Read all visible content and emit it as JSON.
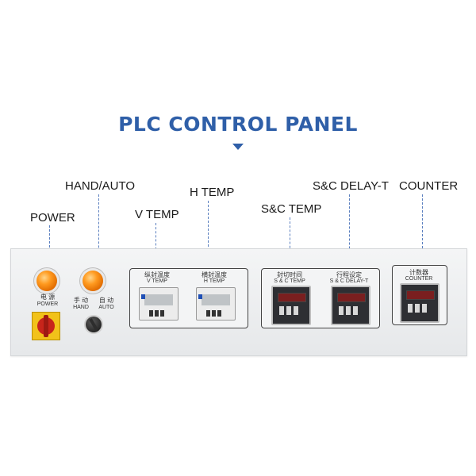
{
  "header": {
    "title": "PLC CONTROL PANEL"
  },
  "callouts": {
    "power": "POWER",
    "hand_auto": "HAND/AUTO",
    "v_temp": "V TEMP",
    "h_temp": "H TEMP",
    "sc_temp": "S&C TEMP",
    "sc_delay": "S&C DELAY-T",
    "counter": "COUNTER"
  },
  "panel": {
    "power_lamp": {
      "cn": "电 源",
      "en": "POWER"
    },
    "hand_label": {
      "cn": "手 动",
      "en": "HAND"
    },
    "auto_label": {
      "cn": "自 动",
      "en": "AUTO"
    },
    "v_temp_meter": {
      "cn": "纵封温度",
      "en": "V TEMP"
    },
    "h_temp_meter": {
      "cn": "横封温度",
      "en": "H TEMP"
    },
    "sc_temp_meter": {
      "cn": "封切时间",
      "en": "S & C TEMP"
    },
    "sc_delay_meter": {
      "cn": "行程设定",
      "en": "S & C DELAY-T"
    },
    "counter_meter": {
      "cn": "计数器",
      "en": "COUNTER"
    }
  },
  "colors": {
    "accent": "#2f5fa8",
    "lamp": "#ff9a1f",
    "switch_red": "#c8251b",
    "switch_yellow": "#f2c21a"
  }
}
